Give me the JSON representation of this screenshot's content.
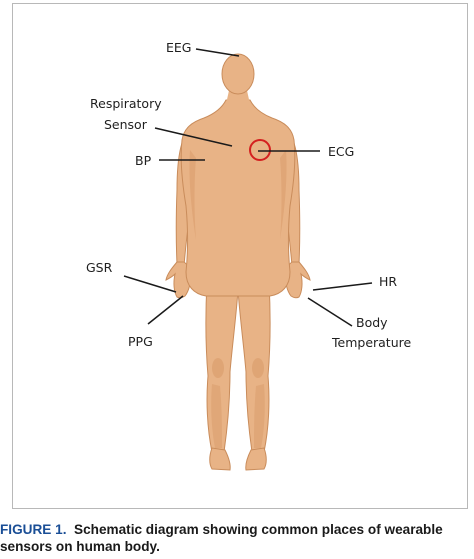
{
  "labels": {
    "eeg": "EEG",
    "respiratory_line1": "Respiratory",
    "respiratory_line2": "Sensor",
    "bp": "BP",
    "ecg": "ECG",
    "gsr": "GSR",
    "hr": "HR",
    "ppg": "PPG",
    "body_temp_line1": "Body",
    "body_temp_line2": "Temperature"
  },
  "caption": {
    "figure_label": "FIGURE 1.",
    "line1_text": "Schematic diagram showing common places of wearable",
    "line2_text": "sensors on human body."
  },
  "colors": {
    "skin": "#e8b386",
    "skin_shade": "#d79968",
    "skin_outline": "#c98c5b",
    "ecg_circle": "#d42020",
    "caption_label": "#1a4e96"
  }
}
